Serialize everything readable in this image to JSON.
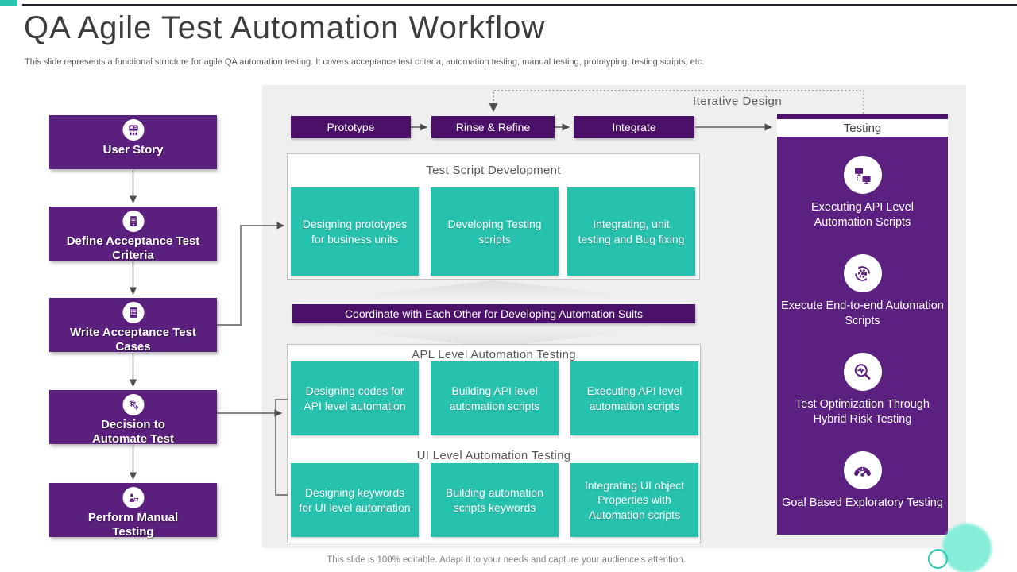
{
  "slide": {
    "title": "QA Agile Test Automation Workflow",
    "subtitle": "This slide represents a functional structure for agile QA automation testing. It  covers acceptance test criteria, automation testing, manual testing, prototyping, testing scripts, etc.",
    "footer": "This slide is 100% editable. Adapt it to your needs and capture your audience's attention."
  },
  "colors": {
    "teal_accent": "#2BC4AF",
    "teal_box": "#27C2AD",
    "purple_box": "#5B1F7E",
    "purple_dark": "#4B1168",
    "purple_column": "#5B2080",
    "diagram_background": "#EFEFEF"
  },
  "left_flow": {
    "steps": [
      {
        "label": "User Story",
        "icon": "user-story-icon"
      },
      {
        "label": "Define Acceptance Test Criteria",
        "icon": "acceptance-criteria-icon"
      },
      {
        "label": "Write Acceptance Test Cases",
        "icon": "test-cases-icon"
      },
      {
        "label": "Decision to Automate Test",
        "icon": "decision-gears-icon"
      },
      {
        "label": "Perform Manual Testing",
        "icon": "manual-testing-icon"
      }
    ]
  },
  "top_flow": {
    "steps": [
      {
        "label": "Prototype"
      },
      {
        "label": "Rinse & Refine"
      },
      {
        "label": "Integrate"
      }
    ],
    "iterative_label": "Iterative Design"
  },
  "test_script_section": {
    "title": "Test Script Development",
    "items": [
      {
        "label": "Designing prototypes for business units"
      },
      {
        "label": "Developing Testing scripts"
      },
      {
        "label": "Integrating, unit testing and Bug fixing"
      }
    ]
  },
  "banner": {
    "label": "Coordinate with Each Other for Developing Automation Suits"
  },
  "api_section": {
    "title": "APL Level Automation Testing",
    "items": [
      {
        "label": "Designing codes for API level automation"
      },
      {
        "label": "Building API level automation scripts"
      },
      {
        "label": "Executing API level automation scripts"
      }
    ]
  },
  "ui_section": {
    "title": "UI Level Automation Testing",
    "items": [
      {
        "label": "Designing keywords for UI level automation"
      },
      {
        "label": "Building automation scripts keywords"
      },
      {
        "label": "Integrating UI object Properties with Automation scripts"
      }
    ]
  },
  "testing_column": {
    "header": "Testing",
    "items": [
      {
        "label": "Executing API Level Automation Scripts",
        "icon": "api-monitors-icon"
      },
      {
        "label": "Execute End-to-end Automation Scripts",
        "icon": "gear-cycle-icon"
      },
      {
        "label": "Test Optimization Through Hybrid Risk Testing",
        "icon": "magnifier-pulse-icon"
      },
      {
        "label": "Goal Based Exploratory Testing",
        "icon": "gauge-icon"
      }
    ]
  }
}
